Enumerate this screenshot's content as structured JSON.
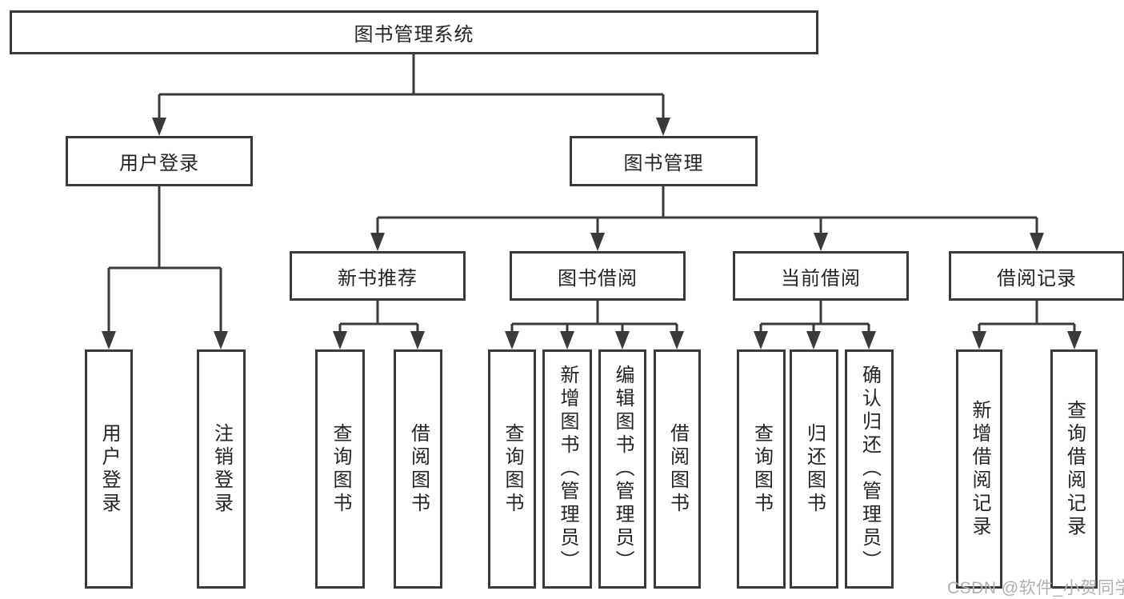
{
  "diagram": {
    "root": {
      "label": "图书管理系统",
      "children": [
        {
          "label": "用户登录",
          "children": [
            {
              "label": "用户登录"
            },
            {
              "label": "注销登录"
            }
          ]
        },
        {
          "label": "图书管理",
          "children": [
            {
              "label": "新书推荐",
              "children": [
                {
                  "label": "查询图书"
                },
                {
                  "label": "借阅图书"
                }
              ]
            },
            {
              "label": "图书借阅",
              "children": [
                {
                  "label": "查询图书"
                },
                {
                  "label": "新增图书（管理员）"
                },
                {
                  "label": "编辑图书（管理员）"
                },
                {
                  "label": "借阅图书"
                }
              ]
            },
            {
              "label": "当前借阅",
              "children": [
                {
                  "label": "查询图书"
                },
                {
                  "label": "归还图书"
                },
                {
                  "label": "确认归还（管理员）"
                }
              ]
            },
            {
              "label": "借阅记录",
              "children": [
                {
                  "label": "新增借阅记录"
                },
                {
                  "label": "查询借阅记录"
                }
              ]
            }
          ]
        }
      ]
    }
  },
  "watermark": {
    "text": "CSDN @软件_小贺同学"
  },
  "colors": {
    "line": "#3a3a3a",
    "box_border": "#3a3a3a",
    "text": "#242424",
    "watermark": "#b0b0b0",
    "background": "#ffffff"
  }
}
